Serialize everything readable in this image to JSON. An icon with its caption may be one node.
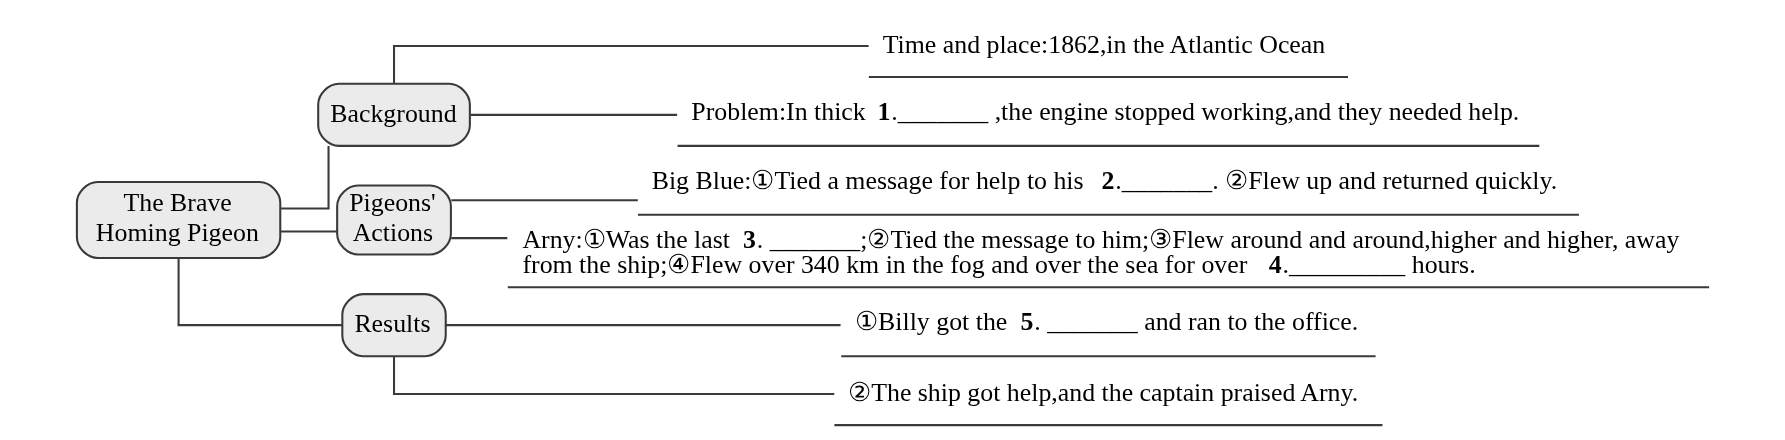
{
  "diagram": {
    "nodes": [
      {
        "text": [
          "The Brave Homing Pigeon"
        ]
      },
      {
        "text": [
          "Background"
        ]
      },
      {
        "text": [
          "Time and place:1862,in the Atlantic Ocean"
        ]
      },
      {
        "text": [
          "Problem:In thick **1**._______ ,the engine stopped working,and they needed help."
        ]
      },
      {
        "text": [
          "Pigeons' Actions"
        ]
      },
      {
        "text": [
          "Big Blue:①Tied a message for help to his **2**._______. ②Flew up and returned quickly."
        ]
      },
      {
        "text": [
          "Arny:①Was the last **3**. _______;②Tied the message to him;③Flew around and around,higher and higher, away from the ship;④Flew over 340 km in the fog and over the sea for over **4**._________ hours."
        ]
      },
      {
        "text": [
          "Results"
        ]
      },
      {
        "text": [
          "①Billy got the **5**. _______ and ran to the office."
        ]
      },
      {
        "text": [
          "②The ship got help,and the captain praised Arny."
        ]
      }
    ],
    "edges": [
      {
        "from": 0,
        "to": 1,
        "arrow": "none"
      },
      {
        "from": 1,
        "to": 2,
        "arrow": "none"
      },
      {
        "from": 1,
        "to": 3,
        "arrow": "none"
      },
      {
        "from": 0,
        "to": 4,
        "arrow": "none"
      },
      {
        "from": 4,
        "to": 5,
        "arrow": "none"
      },
      {
        "from": 4,
        "to": 6,
        "arrow": "none"
      },
      {
        "from": 0,
        "to": 7,
        "arrow": "none"
      },
      {
        "from": 7,
        "to": 8,
        "arrow": "none"
      },
      {
        "from": 7,
        "to": 9,
        "arrow": "none"
      }
    ]
  }
}
